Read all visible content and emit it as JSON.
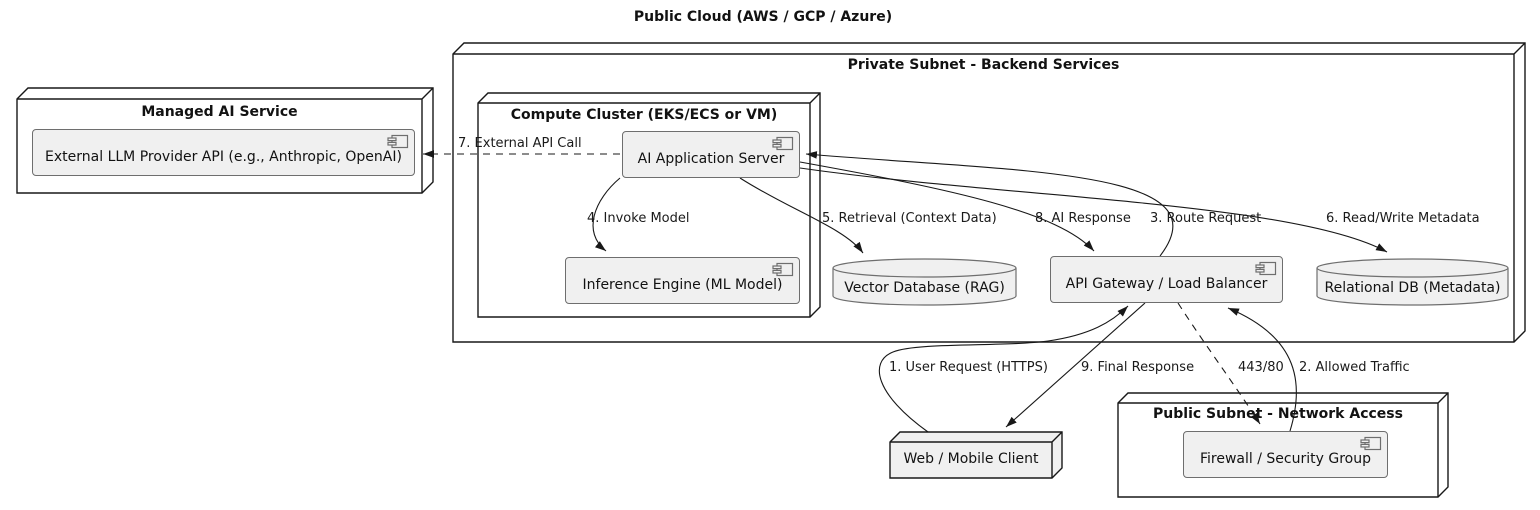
{
  "title": "Public Cloud (AWS / GCP / Azure)",
  "colors": {
    "bg": "#ffffff",
    "node-border": "#181818",
    "component-fill": "#f0f0f0",
    "component-border": "#6e6e6e",
    "arrow": "#181818",
    "text": "#121212"
  },
  "nodes": {
    "private_subnet": {
      "label": "Private Subnet - Backend Services"
    },
    "managed_ai": {
      "label": "Managed AI Service"
    },
    "compute_cluster": {
      "label": "Compute Cluster (EKS/ECS or VM)"
    },
    "public_subnet": {
      "label": "Public Subnet - Network Access"
    },
    "web_client": {
      "label": "Web / Mobile Client"
    }
  },
  "components": {
    "external_llm": {
      "label": "External LLM Provider API (e.g., Anthropic, OpenAI)",
      "icon": "component-icon"
    },
    "ai_app_server": {
      "label": "AI Application Server",
      "icon": "component-icon"
    },
    "inference_engine": {
      "label": "Inference Engine (ML Model)",
      "icon": "component-icon"
    },
    "api_gateway": {
      "label": "API Gateway / Load Balancer",
      "icon": "component-icon"
    },
    "firewall": {
      "label": "Firewall / Security Group",
      "icon": "component-icon"
    }
  },
  "databases": {
    "vector_db": {
      "label": "Vector Database (RAG)"
    },
    "relational_db": {
      "label": "Relational DB (Metadata)"
    }
  },
  "edges": [
    {
      "label": "1. User Request (HTTPS)",
      "from": "Web / Mobile Client",
      "to": "API Gateway / Load Balancer",
      "line": "solid"
    },
    {
      "label": "2. Allowed Traffic",
      "from": "Firewall / Security Group",
      "to": "API Gateway / Load Balancer",
      "line": "solid"
    },
    {
      "label": "3. Route Request",
      "from": "API Gateway / Load Balancer",
      "to": "AI Application Server",
      "line": "solid"
    },
    {
      "label": "4. Invoke Model",
      "from": "AI Application Server",
      "to": "Inference Engine (ML Model)",
      "line": "solid"
    },
    {
      "label": "5. Retrieval (Context Data)",
      "from": "AI Application Server",
      "to": "Vector Database (RAG)",
      "line": "solid"
    },
    {
      "label": "6. Read/Write Metadata",
      "from": "AI Application Server",
      "to": "Relational DB (Metadata)",
      "line": "solid"
    },
    {
      "label": "7. External API Call",
      "from": "AI Application Server",
      "to": "External LLM Provider API (e.g., Anthropic, OpenAI)",
      "line": "dashed"
    },
    {
      "label": "8. AI Response",
      "from": "AI Application Server",
      "to": "API Gateway / Load Balancer",
      "line": "solid"
    },
    {
      "label": "9. Final Response",
      "from": "API Gateway / Load Balancer",
      "to": "Web / Mobile Client",
      "line": "solid"
    },
    {
      "label": "443/80",
      "from": "API Gateway / Load Balancer",
      "to": "Firewall / Security Group",
      "line": "dashed"
    }
  ]
}
